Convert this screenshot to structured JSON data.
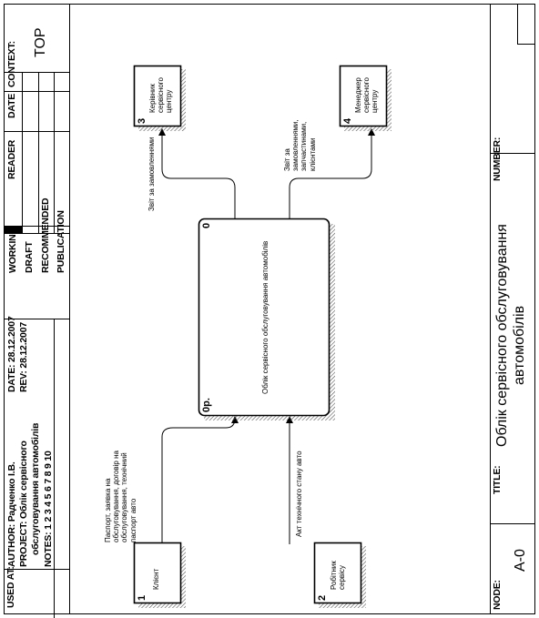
{
  "frame": {
    "used_at_label": "USED AT:",
    "author_line": "AUTHOR: Радченко І.В.",
    "project_line": "PROJECT: Облік сервісного",
    "project_line2": "обслуговування автомобілів",
    "notes_line": "NOTES: 1 2 3 4 5 6 7 8 9 10",
    "date_line": "DATE:  28.12.2007",
    "rev_line": "REV:    28.12.2007",
    "status_working": "WORKING",
    "status_draft": "DRAFT",
    "status_recommended": "RECOMMENDED",
    "status_publication": "PUBLICATION",
    "reader_label": "READER",
    "date_label": "DATE",
    "context_label": "CONTEXT:",
    "context_value": "TOP",
    "node_label": "NODE:",
    "node_value": "A-0",
    "title_label": "TITLE:",
    "title_line1": "Облік сервісного обслуговування",
    "title_line2": "автомобілів",
    "number_label": "NUMBER:"
  },
  "diagram": {
    "process": {
      "label": "Облік сервісного обслуговування автомобілів",
      "number": "0",
      "cost": "0р."
    },
    "entities": [
      {
        "id": "client",
        "number": "1",
        "label": [
          "Клієнт"
        ]
      },
      {
        "id": "mechanic",
        "number": "2",
        "label": [
          "Робітник",
          "сервісу"
        ]
      },
      {
        "id": "head",
        "number": "3",
        "label": [
          "Керівник",
          "сервісного",
          "центру"
        ]
      },
      {
        "id": "manager",
        "number": "4",
        "label": [
          "Менеджер",
          "сервісного",
          "центру"
        ]
      }
    ],
    "flows": {
      "client_in": [
        "Паспорт, заявка на",
        "обслуговування, договір на",
        "обслуговування, технічний",
        "паспорт авто"
      ],
      "mechanic_in": [
        "Акт технічного стану авто"
      ],
      "head_out": [
        "Звіт за замовленнями"
      ],
      "manager_out": [
        "Звіт за",
        "замовленнями,",
        "запчастинами,",
        "клієнтами"
      ]
    }
  }
}
